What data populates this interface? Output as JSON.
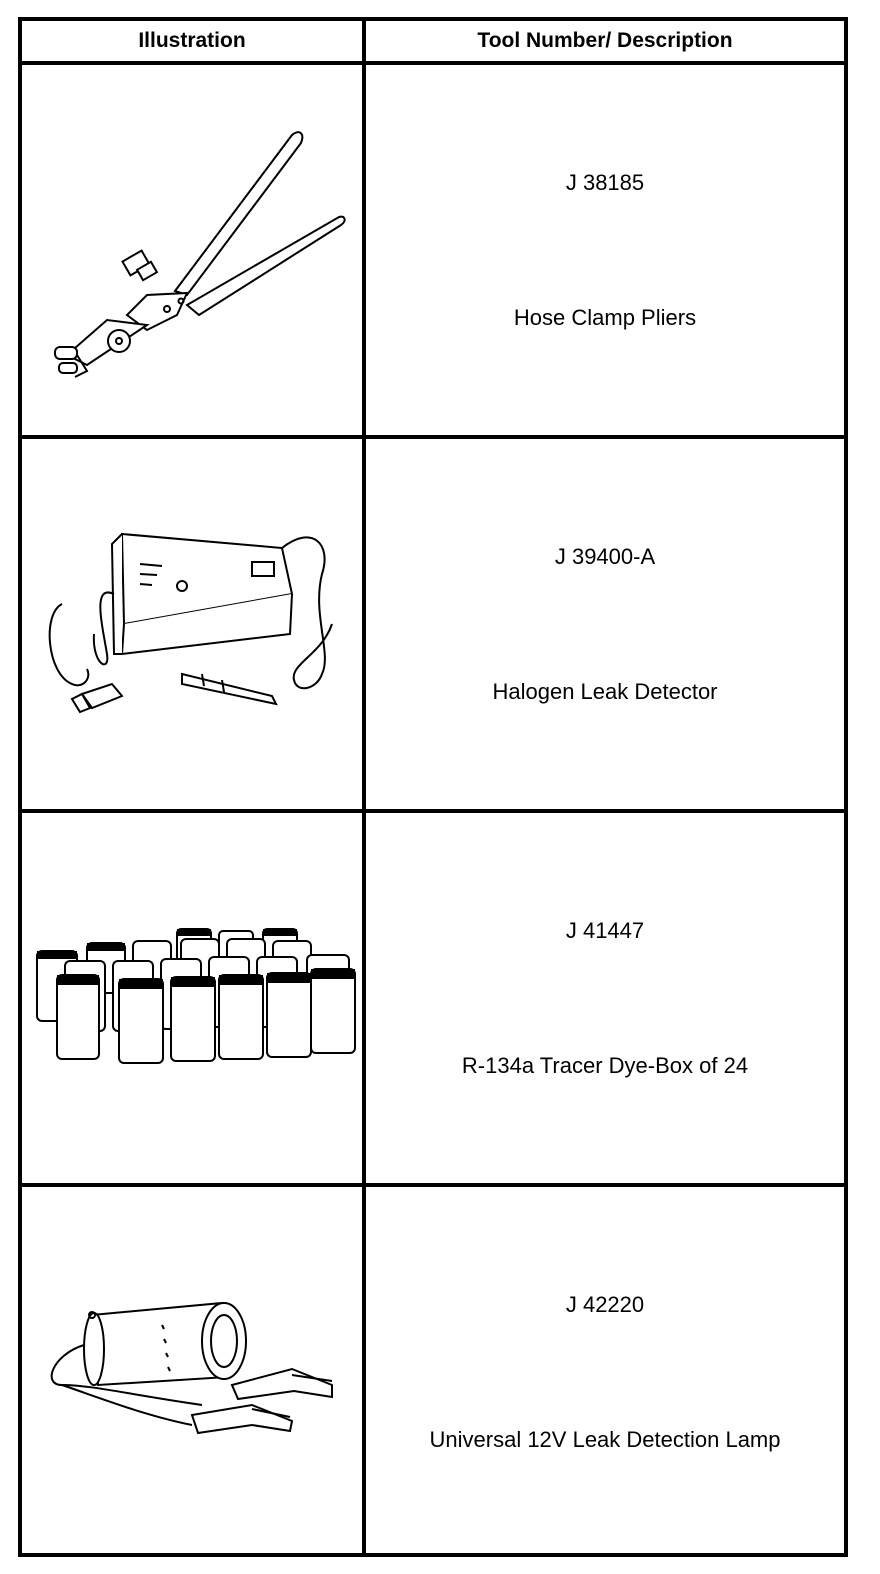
{
  "table": {
    "headers": {
      "illustration": "Illustration",
      "tool": "Tool Number/ Description"
    },
    "rows": [
      {
        "number": "J 38185",
        "description": "Hose Clamp Pliers",
        "icon": "hose-clamp-pliers-icon"
      },
      {
        "number": "J 39400-A",
        "description": "Halogen Leak Detector",
        "icon": "halogen-leak-detector-icon"
      },
      {
        "number": "J 41447",
        "description": "R-134a Tracer Dye-Box of 24",
        "icon": "tracer-dye-bottles-icon"
      },
      {
        "number": "J 42220",
        "description": "Universal 12V Leak Detection Lamp",
        "icon": "leak-detection-lamp-icon"
      }
    ]
  }
}
